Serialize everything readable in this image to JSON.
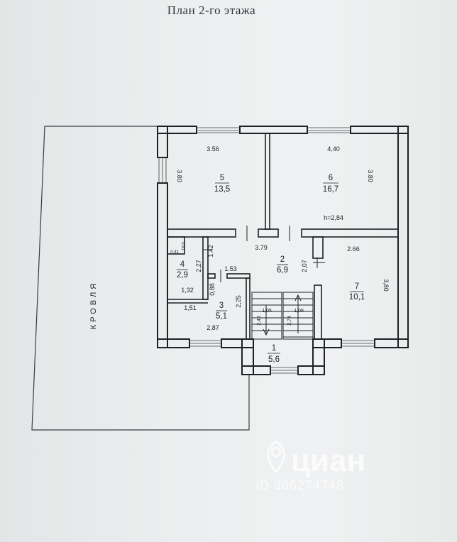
{
  "title": "План 2-го этажа",
  "roof_label": "КРОВЛЯ",
  "rooms": [
    {
      "number": "1",
      "area": "5,6"
    },
    {
      "number": "2",
      "area": "6,9"
    },
    {
      "number": "3",
      "area": "5,1"
    },
    {
      "number": "4",
      "area": "2,9"
    },
    {
      "number": "5",
      "area": "13,5"
    },
    {
      "number": "6",
      "area": "16,7"
    },
    {
      "number": "7",
      "area": "10,1"
    }
  ],
  "dimensions": {
    "r5_w": "3.56",
    "r5_h": "3.80",
    "r6_w": "4,40",
    "r6_h": "3.80",
    "ceiling": "h=2,84",
    "r2_w": "3.79",
    "r2_h": "1.42",
    "r2_h2": "2,07",
    "r2_w2": "1.53",
    "r4_small_a": "0,41",
    "r4_small_b": "0,31",
    "r4_h": "2,27",
    "r4_w": "1,32",
    "r3_a": "0,88",
    "r3_h": "2,25",
    "r3_w1": "1,51",
    "r3_w2": "2,87",
    "r7_w": "2.66",
    "r7_h": "3,80",
    "stair_w1": "1,05",
    "stair_w2": "1,09",
    "stair_h1": "2,45",
    "stair_h2": "2,74"
  },
  "watermark": {
    "brand": "циан",
    "id": "ID 306274748"
  },
  "colors": {
    "ink": "#1e2124",
    "paper": "#eceeef",
    "watermark": "#ffffff"
  }
}
